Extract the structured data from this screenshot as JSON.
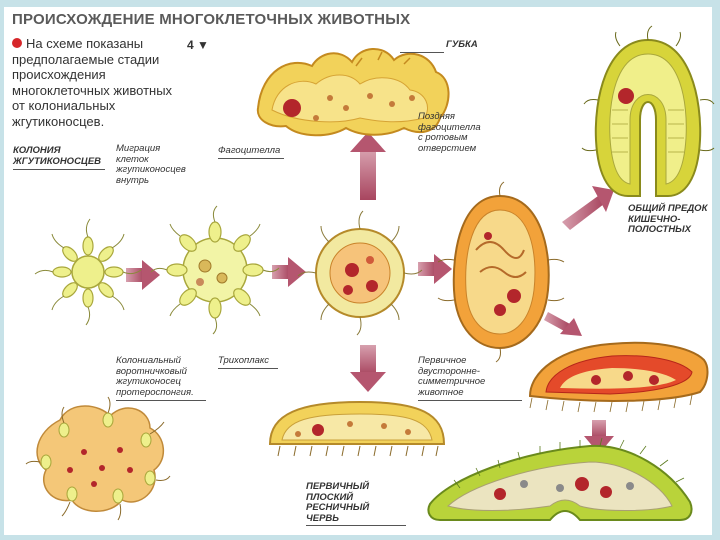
{
  "title": "ПРОИСХОЖДЕНИЕ МНОГОКЛЕТОЧНЫХ ЖИВОТНЫХ",
  "intro": {
    "line1": "На схеме показаны",
    "line2": "предполагаемые стадии",
    "line3": "происхождения",
    "line4": "многоклеточных животных",
    "line5": "от колониальных",
    "line6": "жгутиконосцев."
  },
  "page_ref": "4 ▼",
  "labels": {
    "sponge": "ГУБКА",
    "colony_1": "КОЛОНИЯ",
    "colony_2": "ЖГУТИКОНОСЦЕВ",
    "migration_1": "Миграция",
    "migration_2": "клеток",
    "migration_3": "жгутиконосцев",
    "migration_4": "внутрь",
    "phagocytella": "Фагоцителла",
    "late_phago_1": "Поздняя",
    "late_phago_2": "фагоцителла",
    "late_phago_3": "с ротовым",
    "late_phago_4": "отверстием",
    "ancestor_1": "ОБЩИЙ ПРЕДОК",
    "ancestor_2": "КИШЕЧНО-",
    "ancestor_3": "ПОЛОСТНЫХ",
    "proterospongia_1": "Колониальный",
    "proterospongia_2": "воротничковый",
    "proterospongia_3": "жгутиконосец",
    "proterospongia_4": "протероспонгия.",
    "trichoplax": "Трихоплакс",
    "bilateral_1": "Первичное",
    "bilateral_2": "двусторонне-",
    "bilateral_3": "симметричное",
    "bilateral_4": "животное",
    "flatworm_1": "ПЕРВИЧНЫЙ",
    "flatworm_2": "ПЛОСКИЙ",
    "flatworm_3": "РЕСНИЧНЫЙ",
    "flatworm_4": "ЧЕРВЬ"
  },
  "colors": {
    "arrow": "#b5566f",
    "cell_yellow": "#eef08c",
    "cell_orange": "#f2a23a",
    "nucleus": "#b3262b",
    "accent_red": "#d6262a",
    "frame": "#c7e2e8"
  }
}
